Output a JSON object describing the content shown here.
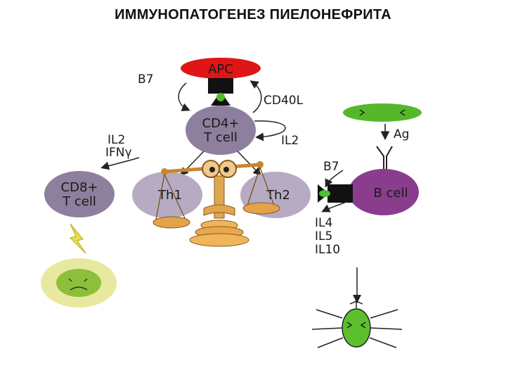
{
  "title": "ИММУНОПАТОГЕНЕЗ ПИЕЛОНЕФРИТА",
  "nodes": {
    "apc": "APC",
    "cd4_line1": "CD4+",
    "cd4_line2": "T cell",
    "cd8_line1": "CD8+",
    "cd8_line2": "T cell",
    "th1": "Th1",
    "th2": "Th2",
    "bcell": "B cell"
  },
  "labels": {
    "b7_top": "B7",
    "cd40l": "CD40L",
    "il2_right": "IL2",
    "il2_left": "IL2",
    "ifn": "IFNγ",
    "ag": "Ag",
    "b7_right": "B7",
    "il4": "IL4",
    "il5": "IL5",
    "il10": "IL10"
  },
  "colors": {
    "apc": "#e01515",
    "cell": "#8e7f9e",
    "th_cell": "#b6abc3",
    "bcell": "#8a3d8c",
    "antigen": "#55b82a",
    "target": "#e8e8a0"
  }
}
